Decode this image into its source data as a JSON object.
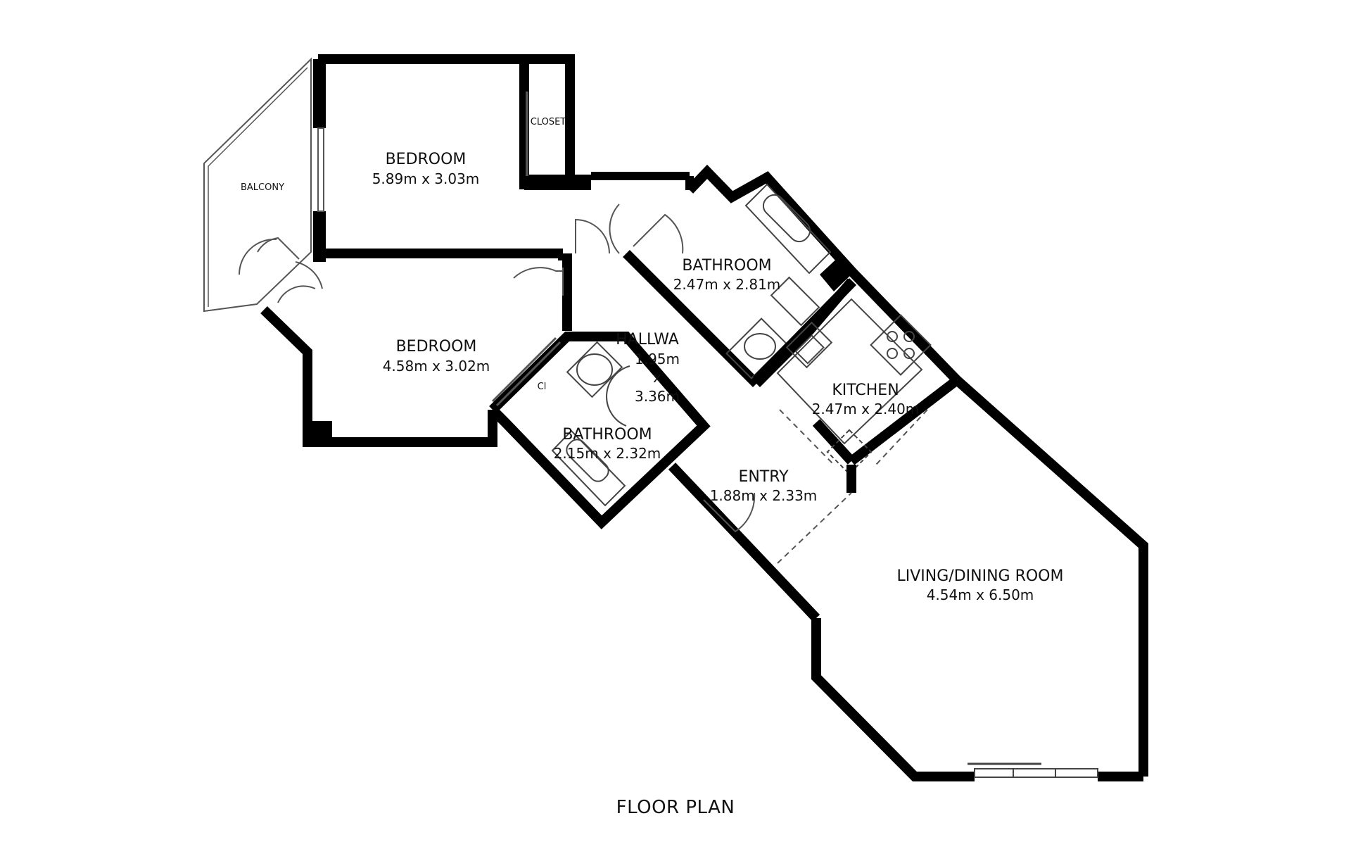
{
  "caption": "FLOOR PLAN",
  "rooms": {
    "bedroom1": {
      "name": "BEDROOM",
      "dims": "5.89m x 3.03m"
    },
    "bedroom2": {
      "name": "BEDROOM",
      "dims": "4.58m x 3.02m"
    },
    "bathroom1": {
      "name": "BATHROOM",
      "dims": "2.47m x 2.81m"
    },
    "bathroom2": {
      "name": "BATHROOM",
      "dims": "2.15m x 2.32m"
    },
    "hallway": {
      "name": "HALLWA",
      "dim1": "1.95m",
      "dim2": "x",
      "dim3": "3.36m"
    },
    "kitchen": {
      "name": "KITCHEN",
      "dims": "2.47m x 2.40m"
    },
    "entry": {
      "name": "ENTRY",
      "dims": "1.88m x 2.33m"
    },
    "living": {
      "name": "LIVING/DINING ROOM",
      "dims": "4.54m x 6.50m"
    },
    "balcony": {
      "name": "BALCONY"
    },
    "closet": {
      "name": "CLOSET"
    },
    "cl": {
      "name": "Cl"
    }
  }
}
